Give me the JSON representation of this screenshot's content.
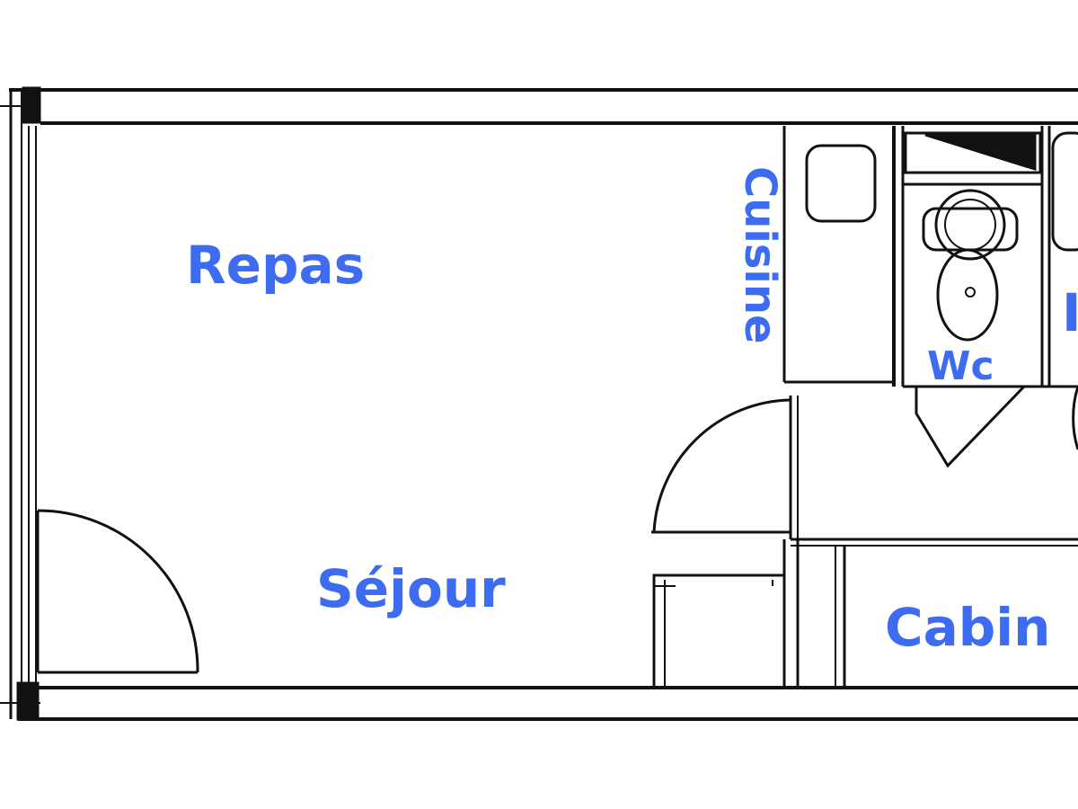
{
  "colors": {
    "wall": "#111111",
    "label": "#3d6cf0",
    "background": "#ffffff"
  },
  "rooms": {
    "repas": "Repas",
    "sejour": "Séjour",
    "cuisine": "Cuisine",
    "wc": "Wc",
    "cabine": "Cabin",
    "bath_partial": "I"
  }
}
